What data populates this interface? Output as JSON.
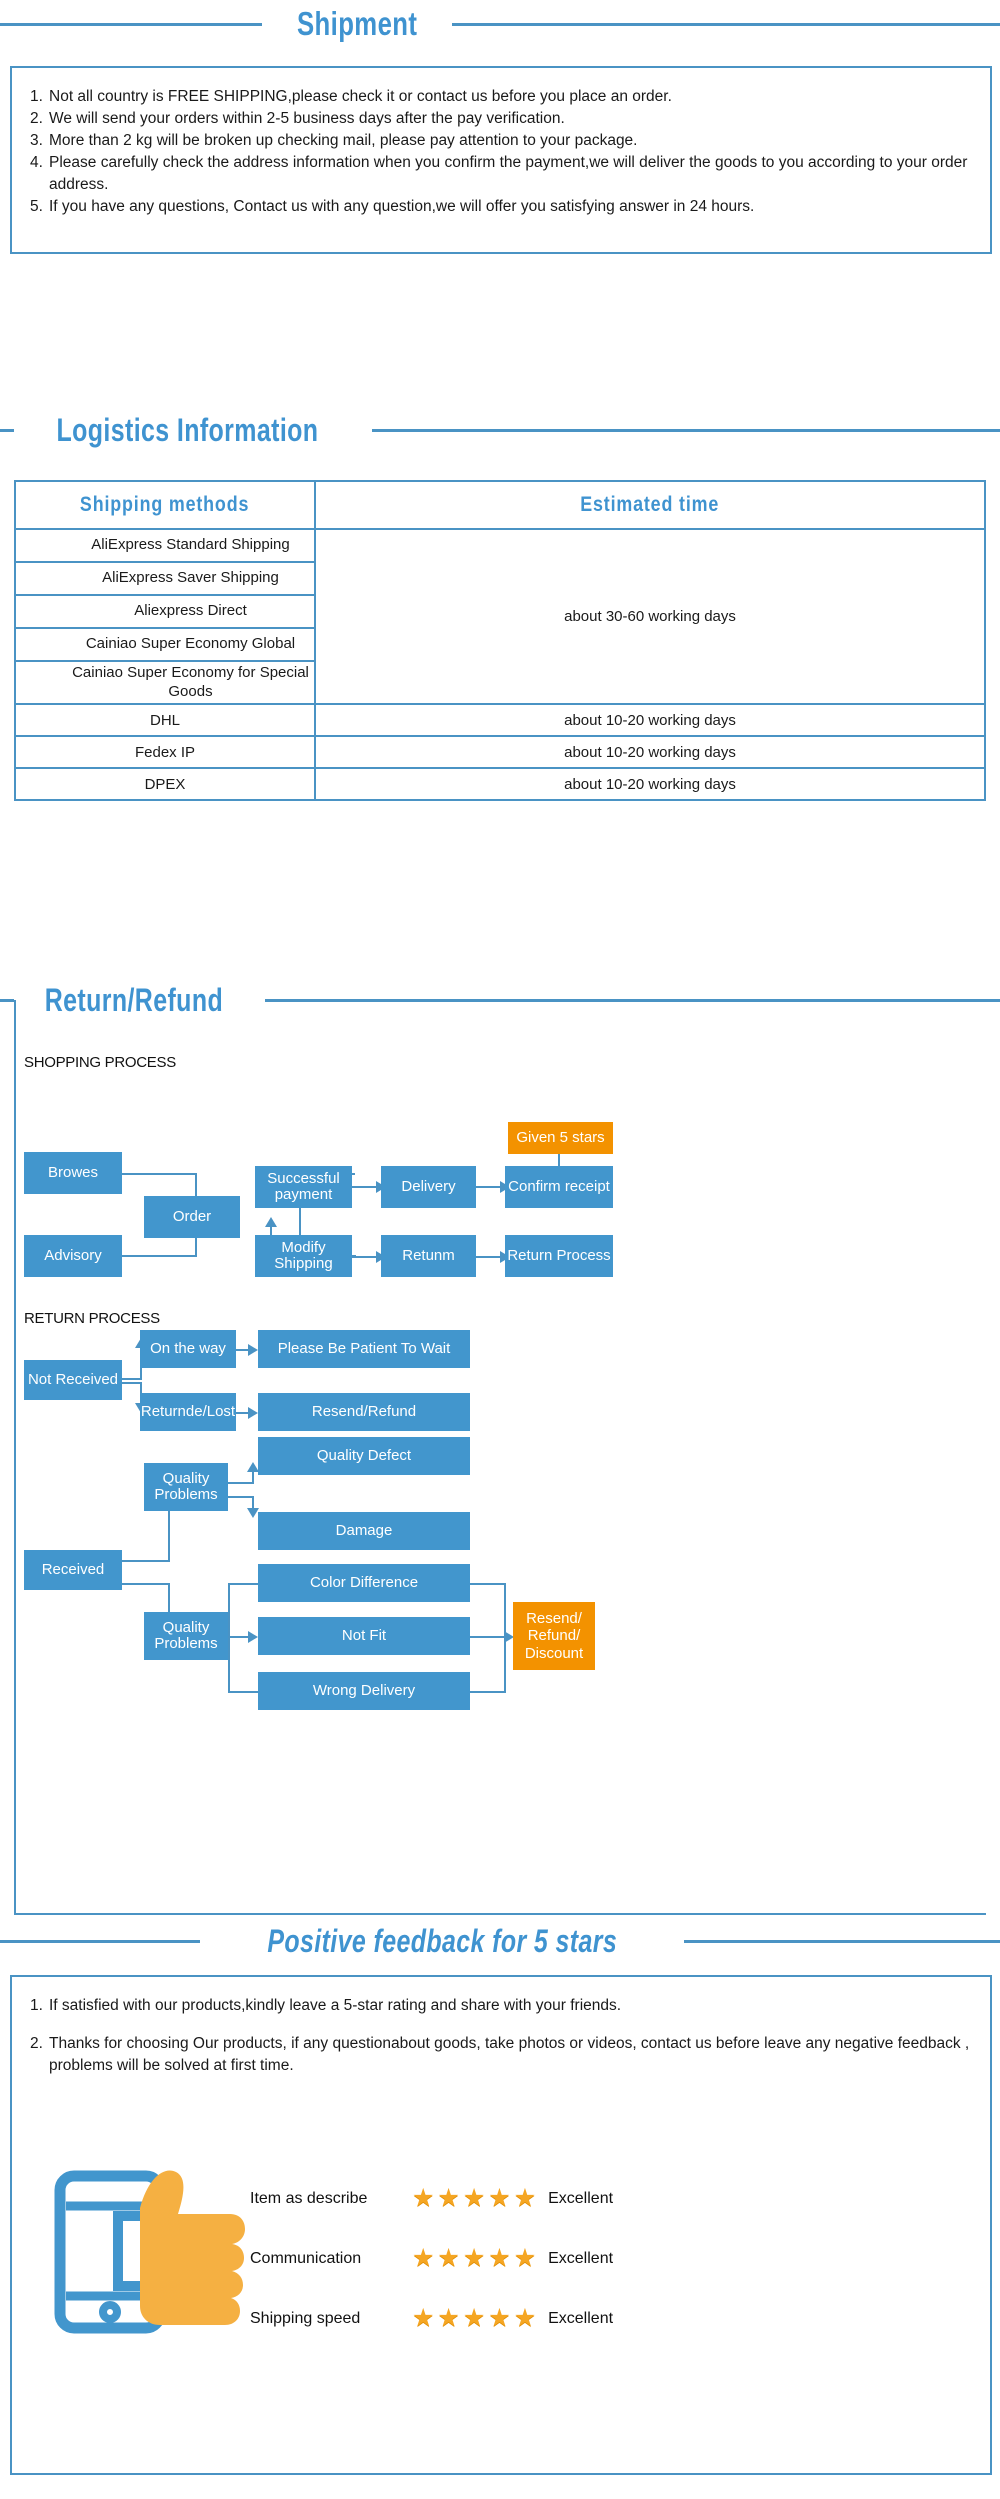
{
  "sections": {
    "shipment": {
      "title": "Shipment"
    },
    "logistics": {
      "title": "Logistics  Information"
    },
    "return": {
      "title": "Return/Refund"
    },
    "feedback": {
      "title": "Positive feedback for 5 stars"
    }
  },
  "shipment_notes": [
    {
      "num": "1.",
      "text": "Not all country is FREE SHIPPING,please check it or contact us before you place an order."
    },
    {
      "num": "2.",
      "text": "We will send your orders within 2-5 business days after the pay verification."
    },
    {
      "num": "3.",
      "text": "More than 2 kg will be broken up checking mail, please pay attention to your package."
    },
    {
      "num": "4.",
      "text": "Please carefully check the address information when you confirm the payment,we will deliver the goods to you according to your order address."
    },
    {
      "num": "5.",
      "text": "If you have any questions, Contact us with any question,we will offer you satisfying answer in 24 hours."
    }
  ],
  "logistics_table": {
    "headers": [
      "Shipping  methods",
      "Estimated  time"
    ],
    "grouped_time": "about 30-60 working days",
    "grouped_methods": [
      "AliExpress Standard Shipping",
      "AliExpress Saver Shipping",
      "Aliexpress Direct",
      "Cainiao Super Economy Global",
      "Cainiao Super Economy for Special Goods"
    ],
    "rows": [
      {
        "method": "DHL",
        "time": "about 10-20  working days"
      },
      {
        "method": "Fedex IP",
        "time": "about 10-20  working days"
      },
      {
        "method": "DPEX",
        "time": "about 10-20  working days"
      }
    ]
  },
  "shopping_process": {
    "caption": "SHOPPING PROCESS",
    "nodes": {
      "browes": "Browes",
      "order": "Order",
      "advisory": "Advisory",
      "successful_payment": "Successful payment",
      "modify_shipping": "Modify Shipping",
      "delivery": "Delivery",
      "returnm": "Retunm",
      "confirm_receipt": "Confirm receipt",
      "return_process": "Return Process",
      "given_5_stars": "Given 5 stars"
    }
  },
  "return_process": {
    "caption": "RETURN PROCESS",
    "nodes": {
      "not_received": "Not Received",
      "on_the_way": "On the way",
      "please_wait": "Please Be Patient To Wait",
      "returnde_lost": "Returnde/Lost",
      "resend_refund": "Resend/Refund",
      "received": "Received",
      "quality_problems_top": "Quality Problems",
      "quality_defect": "Quality Defect",
      "damage": "Damage",
      "quality_problems_bottom": "Quality Problems",
      "color_difference": "Color Difference",
      "not_fit": "Not Fit",
      "wrong_delivery": "Wrong Delivery",
      "resend_refund_discount": "Resend/ Refund/ Discount"
    }
  },
  "feedback_notes": [
    {
      "num": "1.",
      "text": "If satisfied with our products,kindly leave a 5-star rating and share with your friends."
    },
    {
      "num": "2.",
      "text": "Thanks for choosing Our products, if any questionabout goods, take photos or videos, contact us before leave any negative feedback , problems will be solved at first time."
    }
  ],
  "ratings": [
    {
      "label": "Item as describe",
      "stars": 5,
      "verdict": "Excellent"
    },
    {
      "label": "Communication",
      "stars": 5,
      "verdict": "Excellent"
    },
    {
      "label": "Shipping speed",
      "stars": 5,
      "verdict": "Excellent"
    }
  ],
  "colors": {
    "blue": "#4296cd",
    "rule": "#4a93c4",
    "orange": "#f39200",
    "star": "#f5a623"
  }
}
